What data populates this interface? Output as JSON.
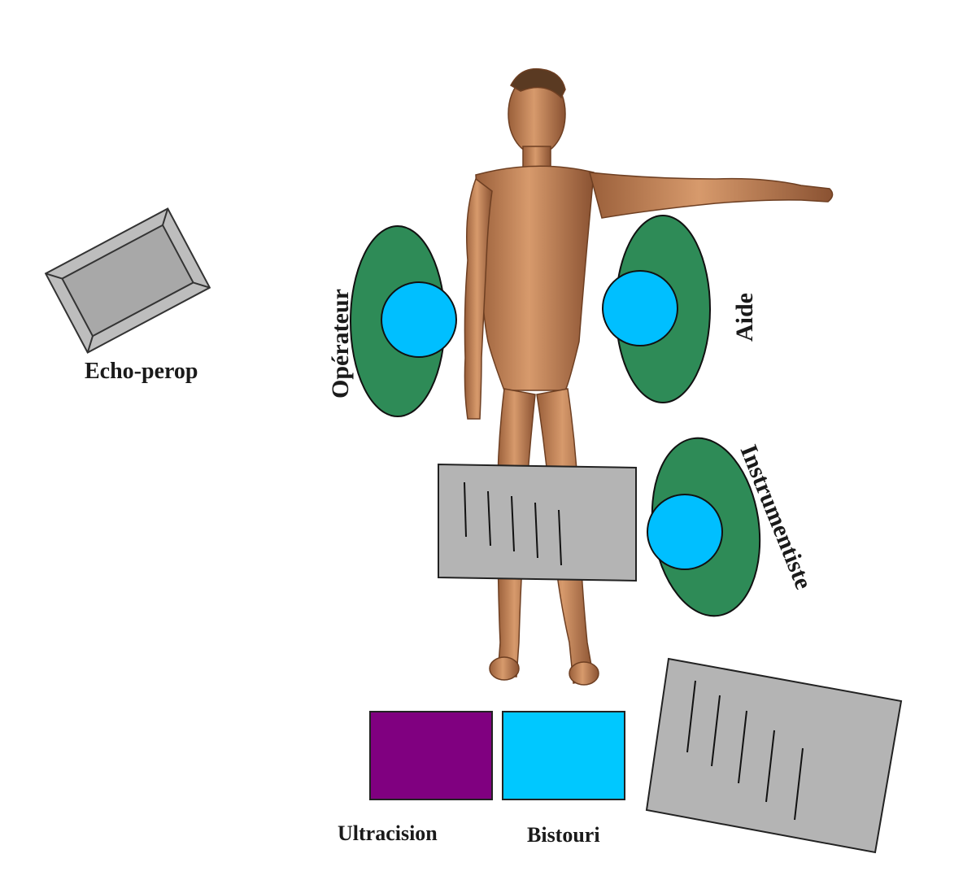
{
  "labels": {
    "echo_perop": "Echo-perop",
    "operateur": "Opérateur",
    "aide": "Aide",
    "instrumentiste": "Instrumentiste",
    "ultracision": "Ultracision",
    "bistouri": "Bistouri"
  },
  "colors": {
    "staff_body": "#2e8b57",
    "staff_head": "#00bfff",
    "table": "#b4b4b4",
    "monitor": "#bdbdbd",
    "ultracision": "#800080",
    "bistouri": "#00c8ff",
    "skin": "#c98a5c"
  }
}
